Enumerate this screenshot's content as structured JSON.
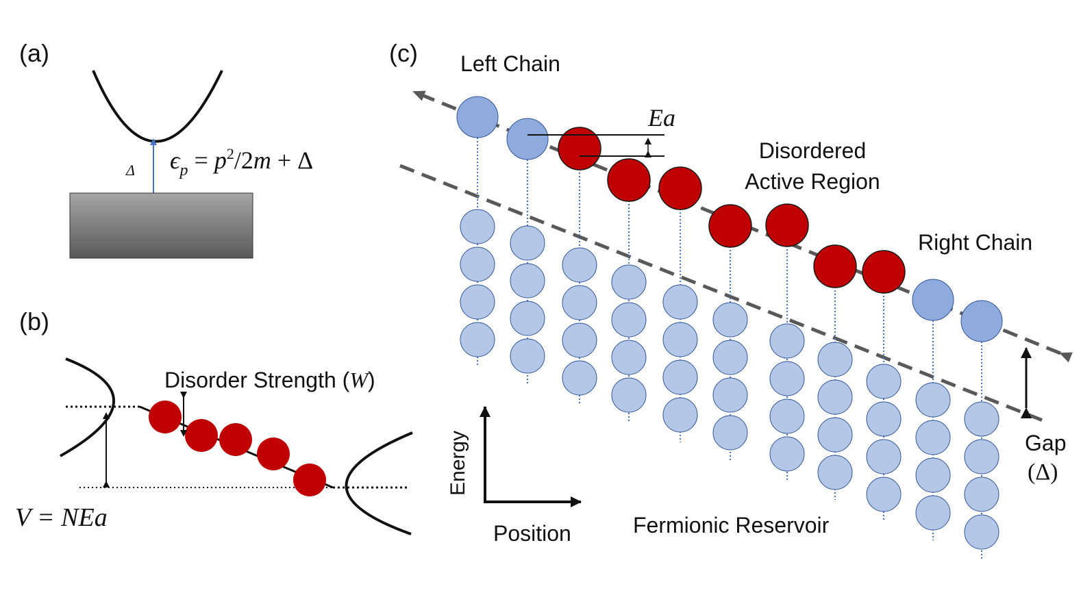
{
  "panel_a": {
    "label": "(a)",
    "gap_symbol": "Δ",
    "dispersion": {
      "epsilon": "ϵ",
      "sub": "p",
      "eq": " = ",
      "p": "p",
      "sup": "2",
      "rest1": "/2",
      "m": "m",
      "rest2": " + Δ"
    }
  },
  "panel_b": {
    "label": "(b)",
    "disorder_prefix": "Disorder Strength (",
    "disorder_symbol": "W",
    "disorder_suffix": ")",
    "voltage": "V = NEa"
  },
  "panel_c": {
    "label": "(c)",
    "left_chain": "Left Chain",
    "ea": "Ea",
    "disordered_line1": "Disordered",
    "disordered_line2": "Active Region",
    "right_chain": "Right Chain",
    "gap_line1": "Gap",
    "gap_line2": "(Δ)",
    "energy_axis": "Energy",
    "position_axis": "Position",
    "reservoir": "Fermionic Reservoir",
    "site_types": [
      "chain",
      "chain",
      "active",
      "active",
      "active",
      "active",
      "active",
      "active",
      "active",
      "chain",
      "chain"
    ]
  },
  "colors": {
    "active_site": "#c00000",
    "chain_site": "#8faadc",
    "reservoir_site": "#b4c7e7",
    "site_outline": "#2f5597",
    "dashed_line": "#595959",
    "arrow_blue": "#4472c4"
  }
}
